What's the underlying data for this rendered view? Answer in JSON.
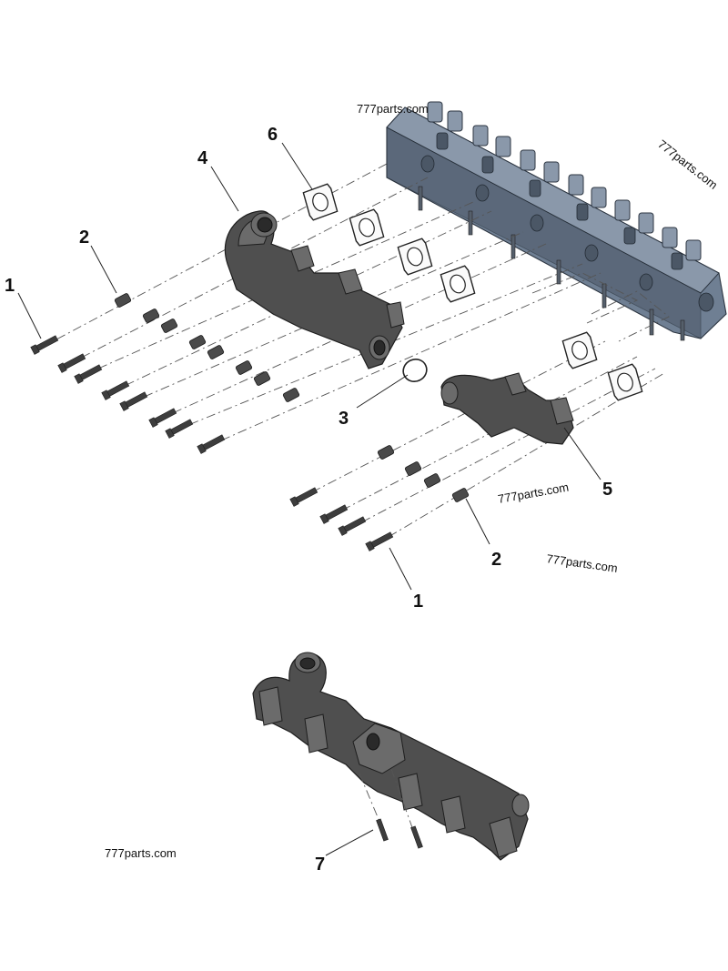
{
  "callouts": {
    "c1_top": "1",
    "c2_top": "2",
    "c3": "3",
    "c4": "4",
    "c5": "5",
    "c6": "6",
    "c2_bottom": "2",
    "c1_bottom": "1",
    "c7": "7"
  },
  "watermarks": {
    "wm_top": "777parts.com",
    "wm_right": "777parts.com",
    "wm_mid": "777parts.com",
    "wm_mid_right": "777parts.com",
    "wm_bottom_left": "777parts.com"
  },
  "colors": {
    "cylinder_head": "#6f7f93",
    "manifold": "#4f4f4f"
  }
}
